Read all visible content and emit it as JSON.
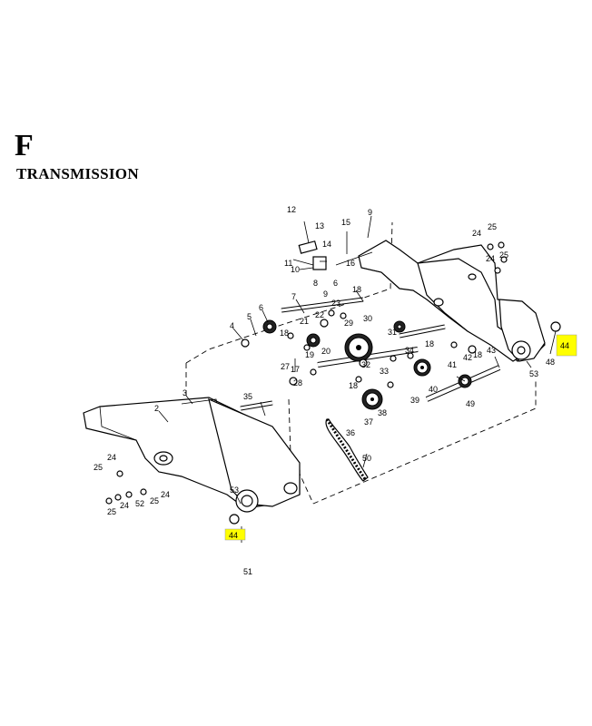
{
  "header": {
    "section_letter": "F",
    "section_title": "TRANSMISSION"
  },
  "highlight_color": "#ffff00",
  "callouts": {
    "c1": "2",
    "c2": "3",
    "c3": "4",
    "c4": "5",
    "c5": "6",
    "c6": "7",
    "c7": "8",
    "c8": "9",
    "c9": "10",
    "c10": "11",
    "c11": "12",
    "c12": "13",
    "c13": "14",
    "c14": "15",
    "c15": "16",
    "c16": "17",
    "c17": "18",
    "c18": "18",
    "c19": "18",
    "c20": "18",
    "c21": "18",
    "c22": "19",
    "c23": "20",
    "c24": "21",
    "c25": "22",
    "c26": "23",
    "c27": "24",
    "c28": "24",
    "c29": "24",
    "c30": "24",
    "c31": "24",
    "c32": "25",
    "c33": "25",
    "c34": "25",
    "c35": "25",
    "c36": "25",
    "c37": "27",
    "c38": "28",
    "c39": "29",
    "c40": "30",
    "c41": "31",
    "c42": "32",
    "c43": "33",
    "c44": "34",
    "c45": "35",
    "c46": "36",
    "c47": "37",
    "c48": "38",
    "c49": "39",
    "c50": "40",
    "c51": "41",
    "c52": "42",
    "c53": "43",
    "c54": "44",
    "c55": "44",
    "c56": "48",
    "c57": "49",
    "c58": "50",
    "c59": "51",
    "c60": "52",
    "c61": "53",
    "c62": "53",
    "c63": "6",
    "c64": "9"
  }
}
